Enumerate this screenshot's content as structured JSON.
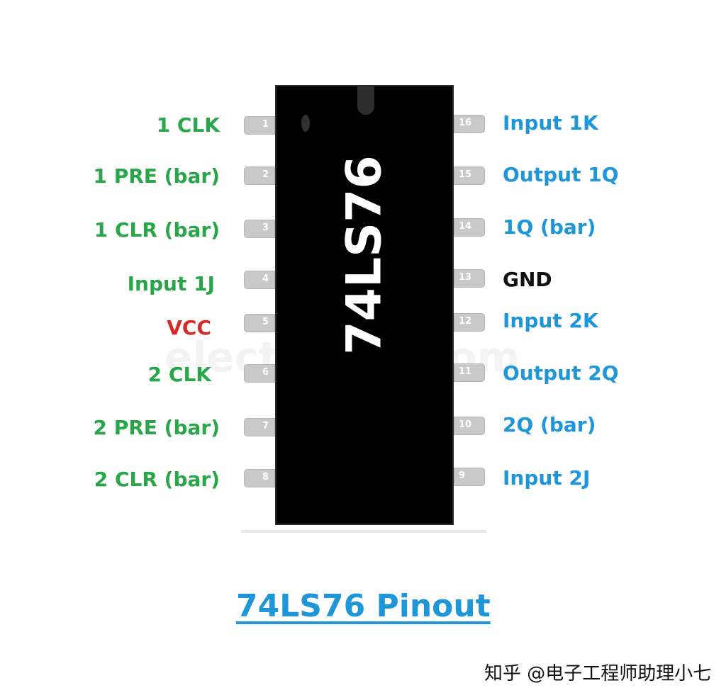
{
  "chip": {
    "name": "74LS76",
    "watermark": "electrobes.com"
  },
  "colors": {
    "green": "#2aa64a",
    "blue": "#1e96d8",
    "red": "#d42a2a",
    "black": "#111111"
  },
  "left_pins": [
    {
      "number": "1",
      "label": "1 CLK",
      "color": "green"
    },
    {
      "number": "2",
      "label": "1 PRE (bar)",
      "color": "green"
    },
    {
      "number": "3",
      "label": "1 CLR (bar)",
      "color": "green"
    },
    {
      "number": "4",
      "label": "Input 1J",
      "color": "green"
    },
    {
      "number": "5",
      "label": "VCC",
      "color": "red"
    },
    {
      "number": "6",
      "label": "2 CLK",
      "color": "green"
    },
    {
      "number": "7",
      "label": "2 PRE (bar)",
      "color": "green"
    },
    {
      "number": "8",
      "label": "2 CLR (bar)",
      "color": "green"
    }
  ],
  "right_pins": [
    {
      "number": "16",
      "label": "Input 1K",
      "color": "blue"
    },
    {
      "number": "15",
      "label": "Output 1Q",
      "color": "blue"
    },
    {
      "number": "14",
      "label": "1Q (bar)",
      "color": "blue"
    },
    {
      "number": "13",
      "label": "GND",
      "color": "black"
    },
    {
      "number": "12",
      "label": "Input 2K",
      "color": "blue"
    },
    {
      "number": "11",
      "label": "Output 2Q",
      "color": "blue"
    },
    {
      "number": "10",
      "label": "2Q (bar)",
      "color": "blue"
    },
    {
      "number": "9",
      "label": "Input 2J",
      "color": "blue"
    }
  ],
  "title": "74LS76 Pinout",
  "credit": "知乎 @电子工程师助理小七"
}
